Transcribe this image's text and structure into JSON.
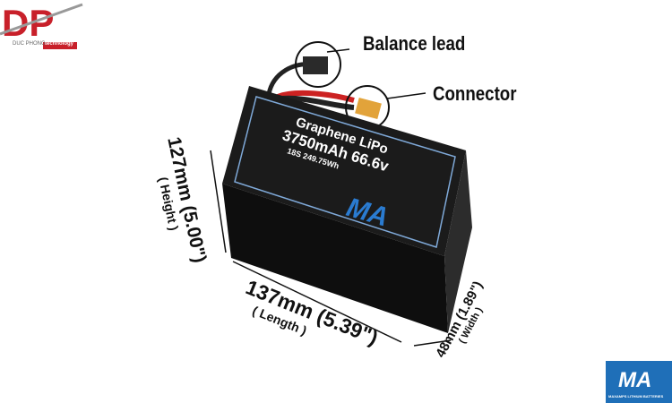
{
  "logo": {
    "letters": "DP",
    "company": "DUC PHONG",
    "tag": "technology",
    "brand_red": "#c8202a"
  },
  "callouts": {
    "balance_lead": "Balance lead",
    "connector": "Connector"
  },
  "battery": {
    "line1": "Graphene LiPo",
    "line2": "3750mAh 66.6v",
    "line3": "18S 249.75Wh",
    "body_color": "#151515",
    "accent": "#2a7bd0"
  },
  "dimensions": {
    "height": {
      "value": "127mm (5.00\")",
      "label": "( Height )"
    },
    "length": {
      "value": "137mm (5.39\")",
      "label": "( Length )"
    },
    "width": {
      "value": "48mm (1.89\")",
      "label": "( Width )"
    }
  },
  "brand_badge": {
    "text": "MAXAMPS LITHIUM BATTERIES",
    "color": "#1f6fb8"
  }
}
